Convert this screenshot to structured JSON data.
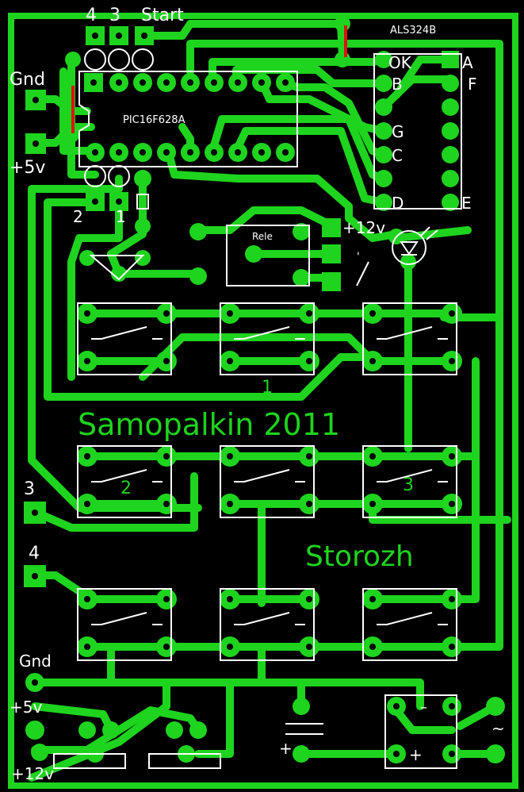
{
  "labels": {
    "pins_top_4": "4",
    "pins_top_3": "3",
    "start": "Start",
    "gnd_top": "Gnd",
    "plus5_top": "+5v",
    "mcu": "PIC16F628A",
    "display": "ALS324B",
    "seg_ok": "OK",
    "seg_a": "A",
    "seg_b": "B",
    "seg_f": "F",
    "seg_g": "G",
    "seg_c": "C",
    "seg_d": "D",
    "seg_e": "E",
    "pins_bottom_2": "2",
    "pins_bottom_1": "1",
    "relay": "Rele",
    "plus12_top": "+12v",
    "relay_contact_mark": "'",
    "button_1": "1",
    "button_2": "2",
    "button_3": "3",
    "author": "Samopalkin 2011",
    "left_3": "3",
    "left_4": "4",
    "product": "Storozh",
    "gnd_bottom": "Gnd",
    "plus5_bottom": "+5v",
    "plus12_bottom": "+12v",
    "cap_plus": "+",
    "bridge_minus": "–",
    "bridge_plus": "+",
    "ac_symbol": "~"
  },
  "colors": {
    "background": "#000000",
    "trace": "#1ed41e",
    "pad_hole": "#000000",
    "outline": "#ffffff",
    "jumper": "#e01010",
    "text_white": "#ffffff",
    "text_green": "#1ed41e"
  }
}
